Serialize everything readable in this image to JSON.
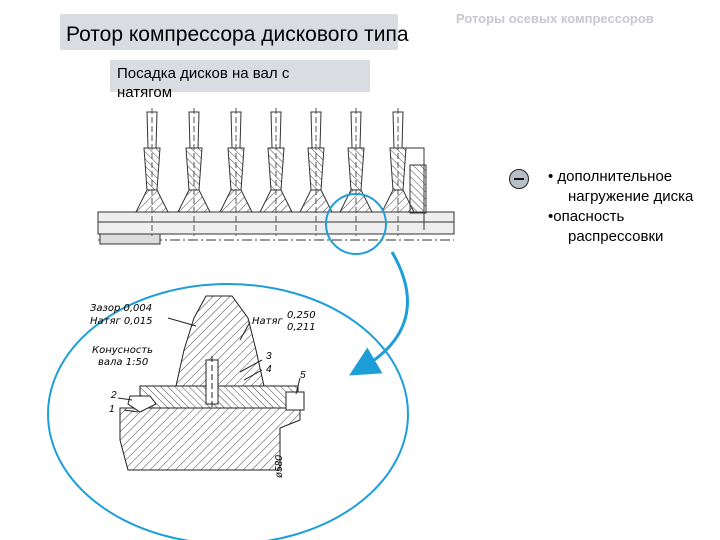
{
  "title": "Ротор компрессора дискового типа",
  "subtitle": "Роторы осевых компрессоров",
  "fit_note": "Посадка дисков на вал с натягом",
  "disadvantage_icon": "minus-icon",
  "disadvantages": [
    {
      "first": "• дополнительное",
      "rest": "нагружение диска"
    },
    {
      "first": "•опасность",
      "rest": "распрессовки"
    }
  ],
  "detail_labels": {
    "gap": "Зазор 0,004",
    "interference_left": "Натяг 0,015",
    "taper": "Конусность",
    "taper_value": "вала 1:50",
    "interference_right": "Натяг",
    "interference_right_values": [
      "0,250",
      "0,211"
    ],
    "parts": [
      "1",
      "2",
      "3",
      "4",
      "5"
    ],
    "diameter": "ø580"
  },
  "accent_color": "#1e9ed8",
  "arrow_color": "#1e9ed8"
}
